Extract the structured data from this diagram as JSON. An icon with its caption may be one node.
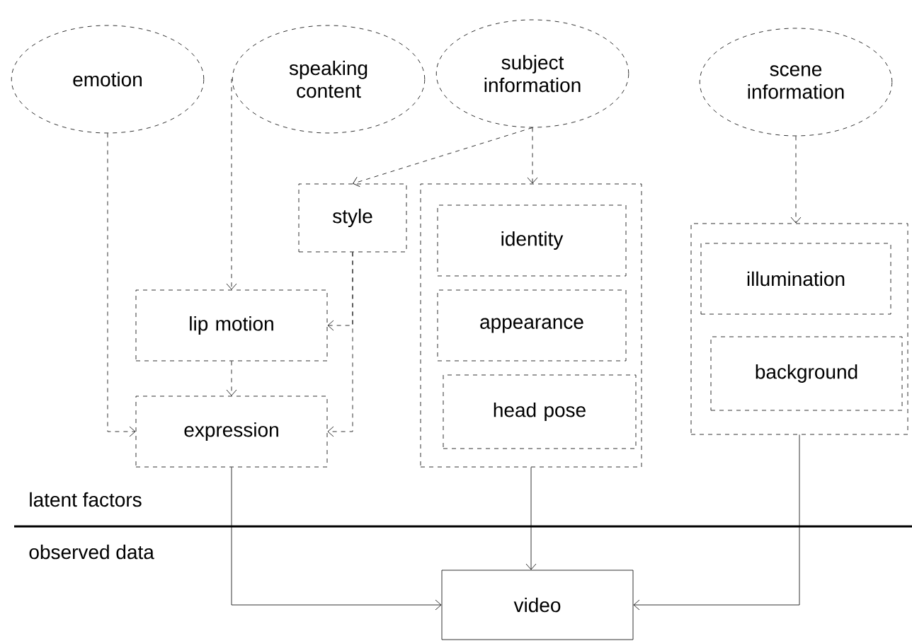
{
  "diagram": {
    "nodes": [
      {
        "text": [
          "emotion"
        ]
      },
      {
        "text": [
          "speaking content"
        ]
      },
      {
        "text": [
          "subject information"
        ]
      },
      {
        "text": [
          "scene information"
        ]
      },
      {
        "text": [
          "style"
        ]
      },
      {
        "text": [],
        "shape": "box"
      },
      {
        "text": [
          "identity"
        ],
        "in": 5
      },
      {
        "text": [
          "appearance"
        ],
        "in": 5
      },
      {
        "text": [
          "head pose"
        ],
        "in": 5
      },
      {
        "text": [],
        "shape": "box"
      },
      {
        "text": [
          "illumination"
        ],
        "in": 9
      },
      {
        "text": [
          "background"
        ],
        "in": 9
      },
      {
        "text": [
          "lip motion"
        ]
      },
      {
        "text": [
          "expression"
        ]
      },
      {
        "text": [
          "video"
        ]
      }
    ],
    "edges": [
      {
        "from": 0,
        "to": 13,
        "arrow": "to",
        "style": "dashed"
      },
      {
        "from": 1,
        "to": 12,
        "arrow": "to",
        "style": "dashed"
      },
      {
        "from": 2,
        "to": 4,
        "arrow": "to",
        "style": "dashed"
      },
      {
        "from": 2,
        "to": 5,
        "arrow": "to",
        "style": "dashed"
      },
      {
        "from": 4,
        "to": 12,
        "arrow": "to",
        "style": "dashed"
      },
      {
        "from": 4,
        "to": 13,
        "arrow": "to",
        "style": "dashed"
      },
      {
        "from": 12,
        "to": 13,
        "arrow": "to",
        "style": "dashed"
      },
      {
        "from": 3,
        "to": 9,
        "arrow": "to",
        "style": "dashed"
      },
      {
        "from": 13,
        "to": 14,
        "arrow": "to"
      },
      {
        "from": 5,
        "to": 14,
        "arrow": "to"
      },
      {
        "from": 9,
        "to": 14,
        "arrow": "to"
      }
    ],
    "labels": [
      "latent factors",
      "observed data"
    ]
  }
}
